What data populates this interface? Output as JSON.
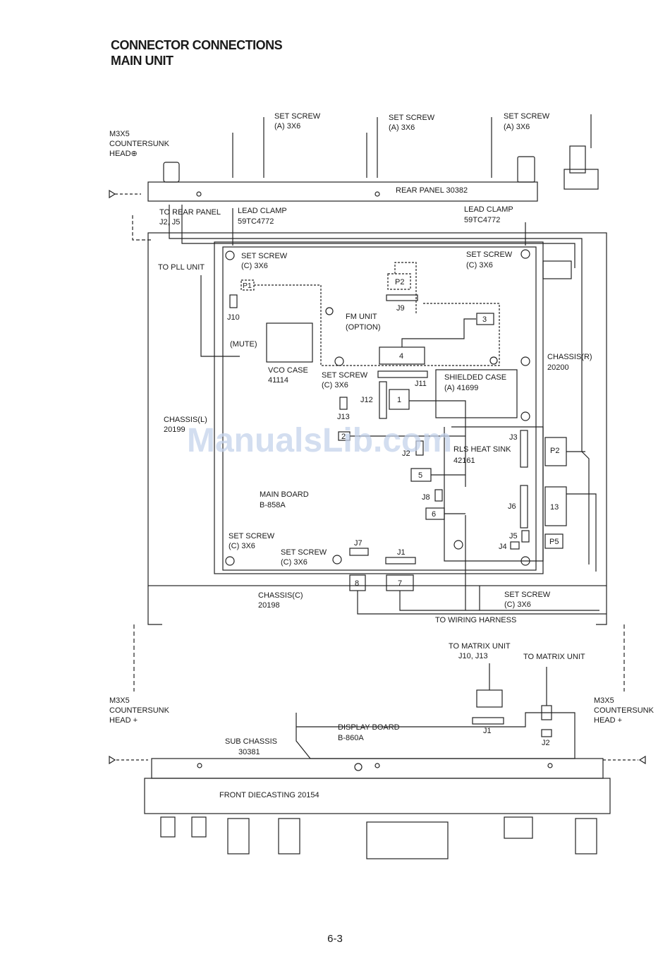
{
  "header": {
    "title": "CONNECTOR CONNECTIONS",
    "subtitle": "MAIN UNIT"
  },
  "labels": {
    "m3x5_a": "M3X5",
    "countersunk_a": "COUNTERSUNK",
    "head_a": "HEAD⊕",
    "set_screw_a1": "SET SCREW",
    "set_screw_a1_size": "(A) 3X6",
    "set_screw_a2": "SET SCREW",
    "set_screw_a2_size": "(A) 3X6",
    "set_screw_a3": "SET SCREW",
    "set_screw_a3_size": "(A) 3X6",
    "rear_panel": "REAR PANEL 30382",
    "to_rear_panel": "TO REAR PANEL",
    "to_rear_panel_j": "J2, J5",
    "lead_clamp_1": "LEAD CLAMP",
    "lead_clamp_1_num": "59TC4772",
    "lead_clamp_2": "LEAD CLAMP",
    "lead_clamp_2_num": "59TC4772",
    "to_pll_unit": "TO PLL UNIT",
    "set_screw_c1": "SET SCREW",
    "set_screw_c1_size": "(C) 3X6",
    "set_screw_c2": "SET SCREW",
    "set_screw_c2_size": "(C) 3X6",
    "p1": "P1",
    "p2_top": "P2",
    "j9": "J9",
    "j10": "J10",
    "fm_unit": "FM UNIT",
    "fm_option": "(OPTION)",
    "mute": "(MUTE)",
    "vco_case": "VCO CASE",
    "vco_num": "41114",
    "set_screw_c3": "SET SCREW",
    "set_screw_c3_size": "(C) 3X6",
    "j11": "J11",
    "j12": "J12",
    "j13": "J13",
    "shielded_case": "SHIELDED CASE",
    "shielded_num": "(A) 41699",
    "chassis_r": "CHASSIS(R)",
    "chassis_r_num": "20200",
    "chassis_l": "CHASSIS(L)",
    "chassis_l_num": "20199",
    "j3": "J3",
    "j2": "J2",
    "rls_heat_sink": "RLS HEAT SINK",
    "rls_num": "42161",
    "p2_side": "P2",
    "main_board": "MAIN BOARD",
    "main_board_num": "B-858A",
    "j8": "J8",
    "j6": "J6",
    "box13": "13",
    "p5": "P5",
    "j5": "J5",
    "j4": "J4",
    "set_screw_c4": "SET SCREW",
    "set_screw_c4_size": "(C) 3X6",
    "set_screw_c5": "SET SCREW",
    "set_screw_c5_size": "(C) 3X6",
    "j7": "J7",
    "j1": "J1",
    "chassis_c": "CHASSIS(C)",
    "chassis_c_num": "20198",
    "set_screw_c6": "SET SCREW",
    "set_screw_c6_size": "(C) 3X6",
    "to_wiring_harness": "TO WIRING HARNESS",
    "to_matrix_unit_1": "TO MATRIX UNIT",
    "to_matrix_unit_1_j": "J10, J13",
    "to_matrix_unit_2": "TO MATRIX UNIT",
    "m3x5_b": "M3X5",
    "countersunk_b": "COUNTERSUNK",
    "head_b": "HEAD +",
    "m3x5_c": "M3X5",
    "countersunk_c": "COUNTERSUNK",
    "head_c": "HEAD +",
    "display_board": "DISPLAY BOARD",
    "display_board_num": "B-860A",
    "display_j1": "J1",
    "display_j2": "J2",
    "sub_chassis": "SUB CHASSIS",
    "sub_chassis_num": "30381",
    "front_diecasting": "FRONT DIECASTING 20154",
    "watermark": "ManualsLib.com"
  },
  "boxes": [
    "1",
    "2",
    "3",
    "4",
    "5",
    "6",
    "7",
    "8"
  ],
  "footer": {
    "page": "6-3"
  }
}
